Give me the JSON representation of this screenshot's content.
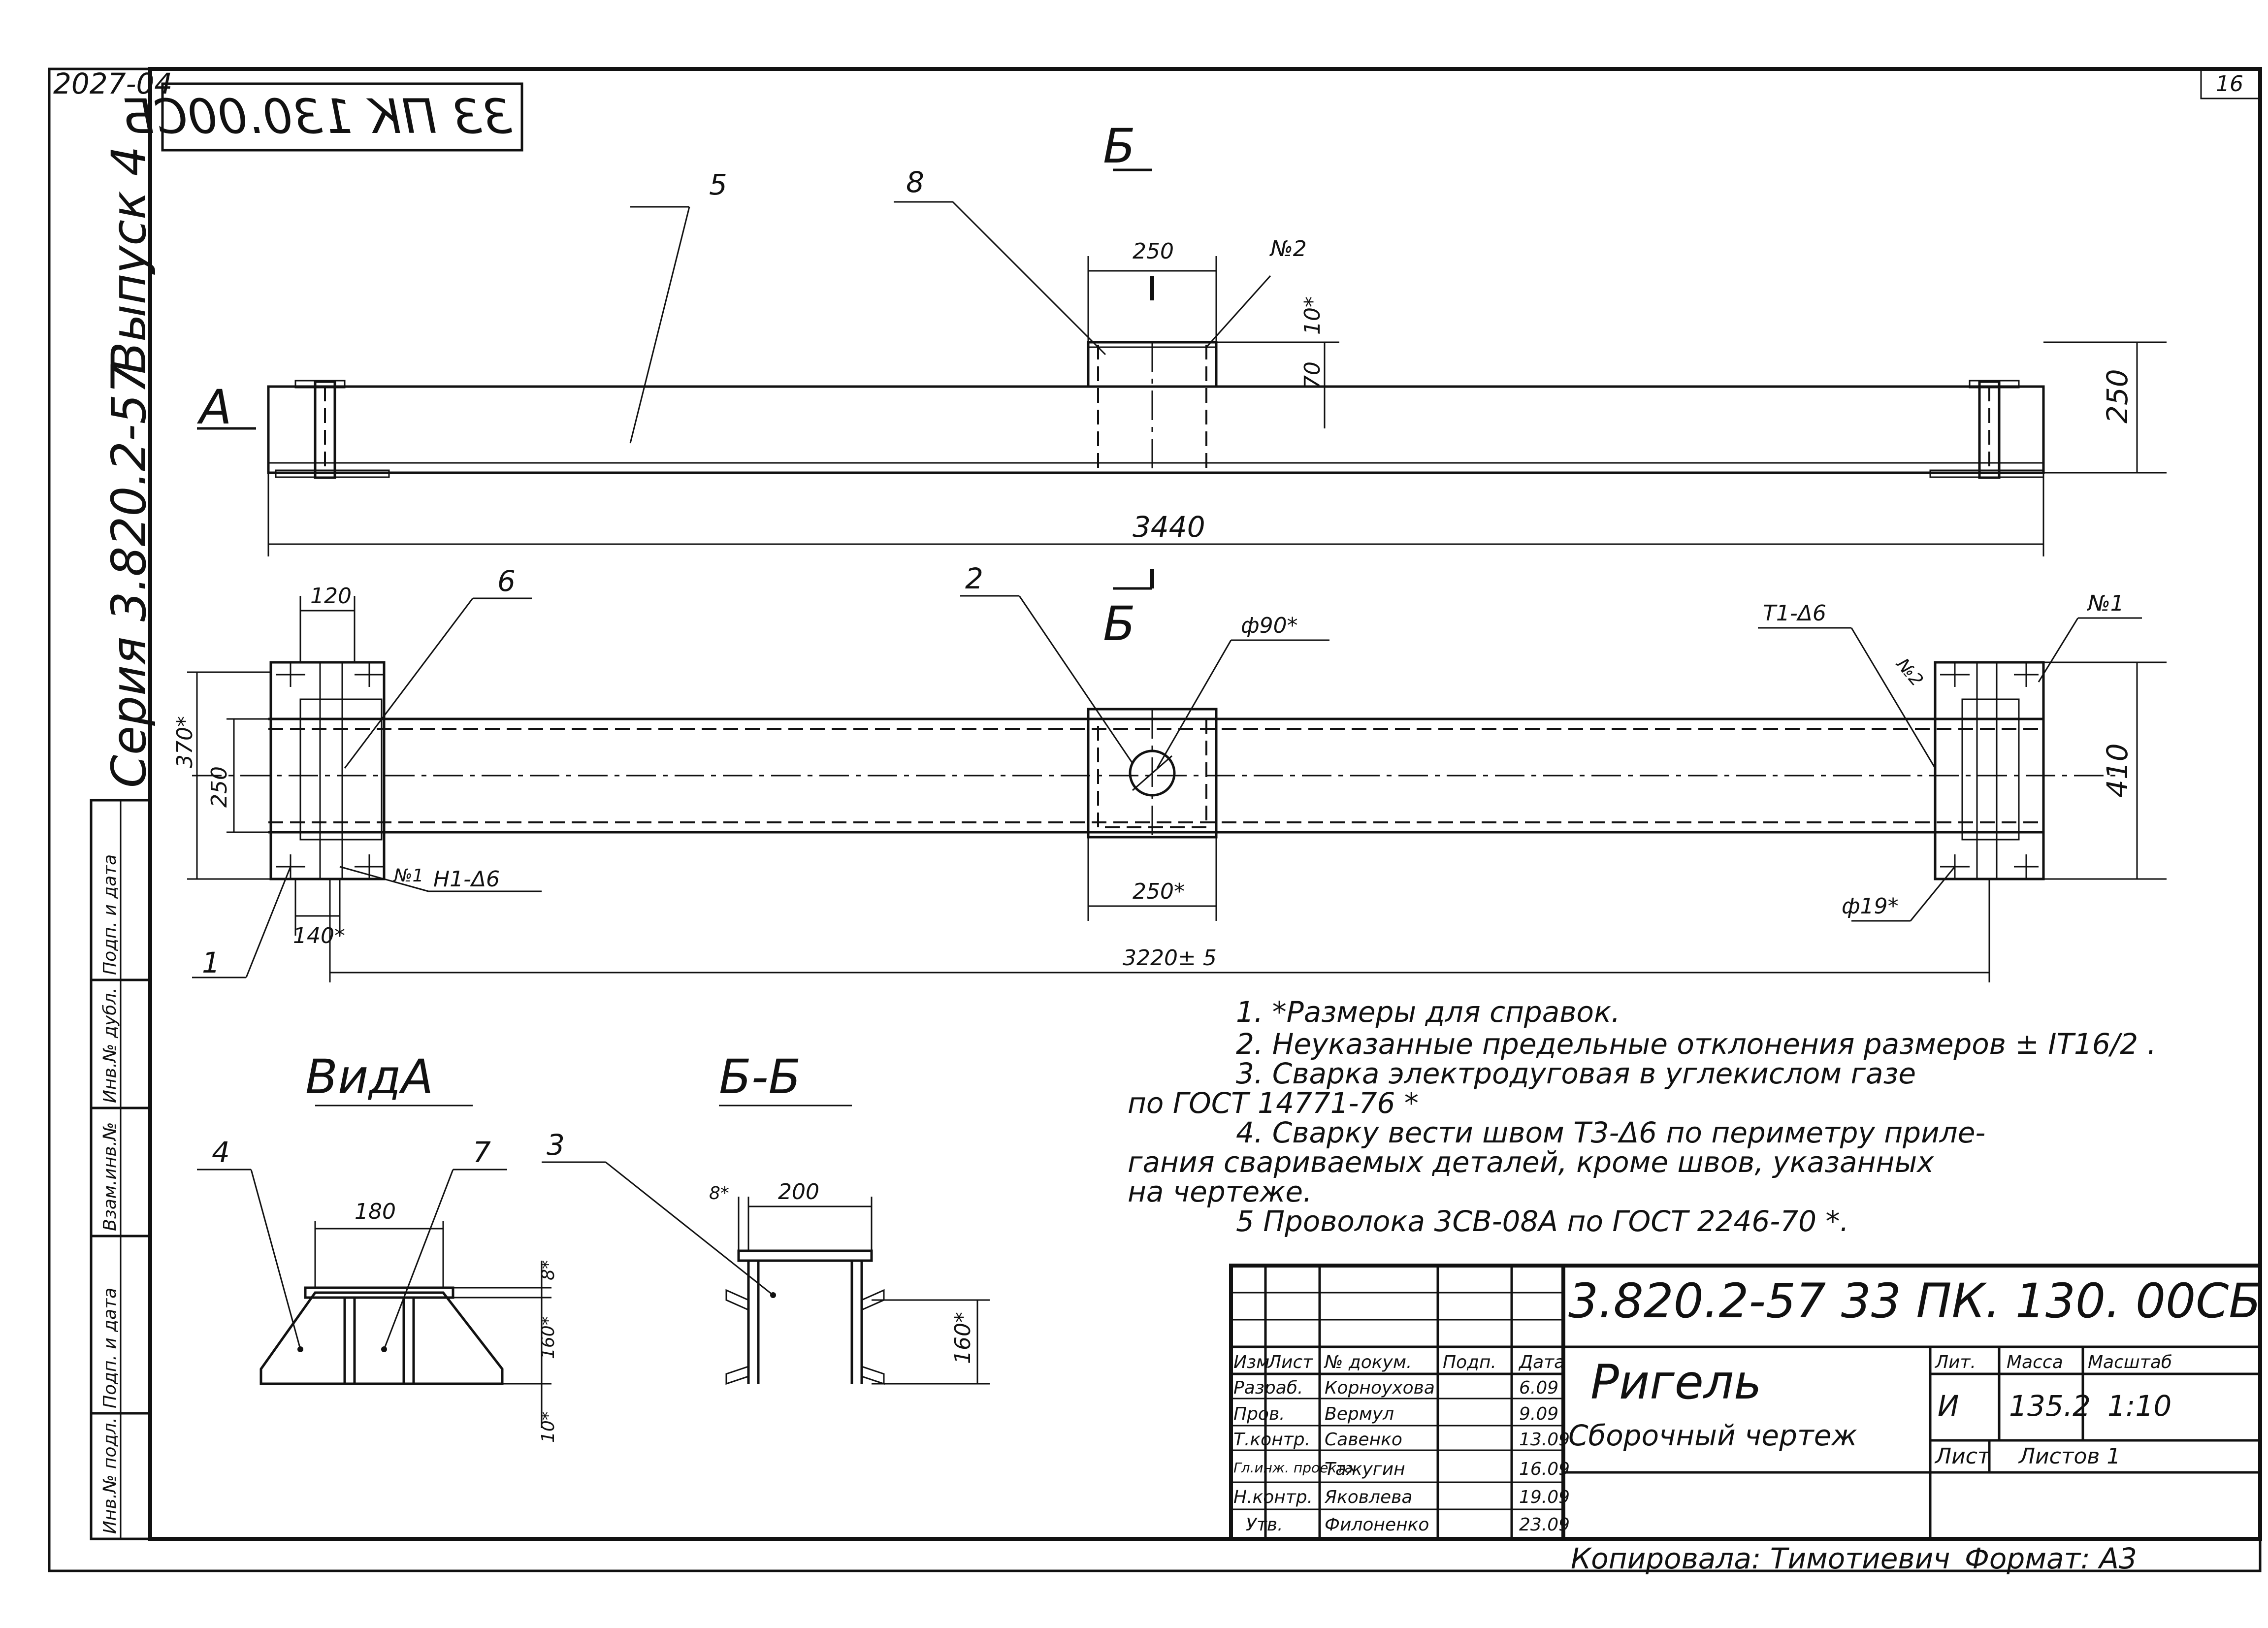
{
  "corner": {
    "archive_no": "2027-04",
    "sheet_no": "16"
  },
  "stamp_mirrored": "33 ПК 130.00СБ",
  "side": {
    "series": "Серия 3.820.2-57",
    "issue": "Выпуск 4"
  },
  "left_strip": [
    "Подп. и дата",
    "Инв.№ дубл.",
    "Взам.инв.№",
    "Подп. и дата",
    "Инв.№ подл."
  ],
  "top_view": {
    "section_mark": "Б",
    "view_mark": "А",
    "pos_5": "5",
    "pos_8": "8",
    "dim_250": "250",
    "dim_n2": "№2",
    "dim_10": "10*",
    "dim_70": "70",
    "dim_250_right": "250",
    "dim_3440": "3440"
  },
  "plan_view": {
    "dim_120": "120",
    "pos_6": "6",
    "pos_2": "2",
    "section_mark": "Б",
    "dim_phi90": "ф90*",
    "weld_t1": "Т1-Δ6",
    "n1": "№1",
    "n2": "№2",
    "dim_370": "370*",
    "dim_250": "250",
    "dim_410": "410",
    "n1_left": "№1",
    "weld_h1": "Н1-Δ6",
    "dim_140": "140*",
    "dim_250b": "250*",
    "dim_phi19": "ф19*",
    "pos_1": "1",
    "dim_3220": "3220± 5"
  },
  "view_a": {
    "title": "ВидА",
    "pos_4": "4",
    "pos_7": "7",
    "dim_180": "180",
    "dim_8": "8*",
    "dim_160": "160*",
    "dim_10": "10*"
  },
  "section_bb": {
    "title": "Б-Б",
    "pos_3": "3",
    "dim_8": "8*",
    "dim_200": "200",
    "dim_160": "160*"
  },
  "notes": [
    "1. *Размеры для справок.",
    "2. Неуказанные предельные отклонения размеров ± IT16/2 .",
    "3. Сварка электродуговая в углекислом газе",
    "по ГОСТ 14771-76 *",
    "4. Сварку вести швом Т3-Δ6 по периметру приле-",
    "гания свариваемых деталей, кроме швов, указанных",
    "на чертеже.",
    "5 Проволока 3СВ-08А по ГОСТ 2246-70 *."
  ],
  "title_block": {
    "doc_code": "3.820.2-57   33 ПК. 130. 00СБ",
    "name": "Ригель",
    "doc_type": "Сборочный чертеж",
    "headers": [
      "Изм",
      "Лист",
      "№ докум.",
      "Подп.",
      "Дата"
    ],
    "rows": [
      {
        "role": "Разраб.",
        "name": "Корноухова",
        "date": "6.09"
      },
      {
        "role": "Пров.",
        "name": "Вермул",
        "date": "9.09"
      },
      {
        "role": "Т.контр.",
        "name": "Савенко",
        "date": "13.09"
      },
      {
        "role": "Гл.инж. проекта",
        "name": "Тажугин",
        "date": "16.09"
      },
      {
        "role": "Н.контр.",
        "name": "Яковлева",
        "date": "19.09"
      },
      {
        "role": "Утв.",
        "name": "Филоненко",
        "date": "23.09"
      }
    ],
    "lit_label": "Лит.",
    "mass_label": "Масса",
    "scale_label": "Масштаб",
    "lit": "И",
    "mass": "135.2",
    "scale": "1:10",
    "sheet_label": "Лист",
    "sheets_label": "Листов 1"
  },
  "footer": {
    "copied": "Копировала: Тимотиевич",
    "format": "Формат: А3"
  }
}
